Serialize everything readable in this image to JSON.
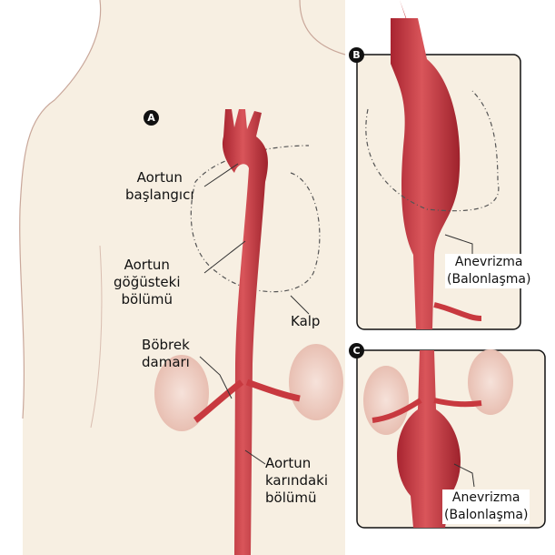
{
  "panels": {
    "a": {
      "badge": "A"
    },
    "b": {
      "badge": "B",
      "label_line1": "Anevrizma",
      "label_line2": "(Balonlaşma)"
    },
    "c": {
      "badge": "C",
      "label_line1": "Anevrizma",
      "label_line2": "(Balonlaşma)"
    }
  },
  "labels": {
    "aortic_root_1": "Aortun",
    "aortic_root_2": "başlangıcı",
    "thoracic_1": "Aortun",
    "thoracic_2": "göğüsteki",
    "thoracic_3": "bölümü",
    "heart": "Kalp",
    "renal_1": "Böbrek",
    "renal_2": "damarı",
    "abdominal_1": "Aortun",
    "abdominal_2": "karındaki",
    "abdominal_3": "bölümü"
  },
  "colors": {
    "skin": "#f7efe2",
    "aorta": "#c8393f",
    "kidney": "#f0d2c8"
  }
}
